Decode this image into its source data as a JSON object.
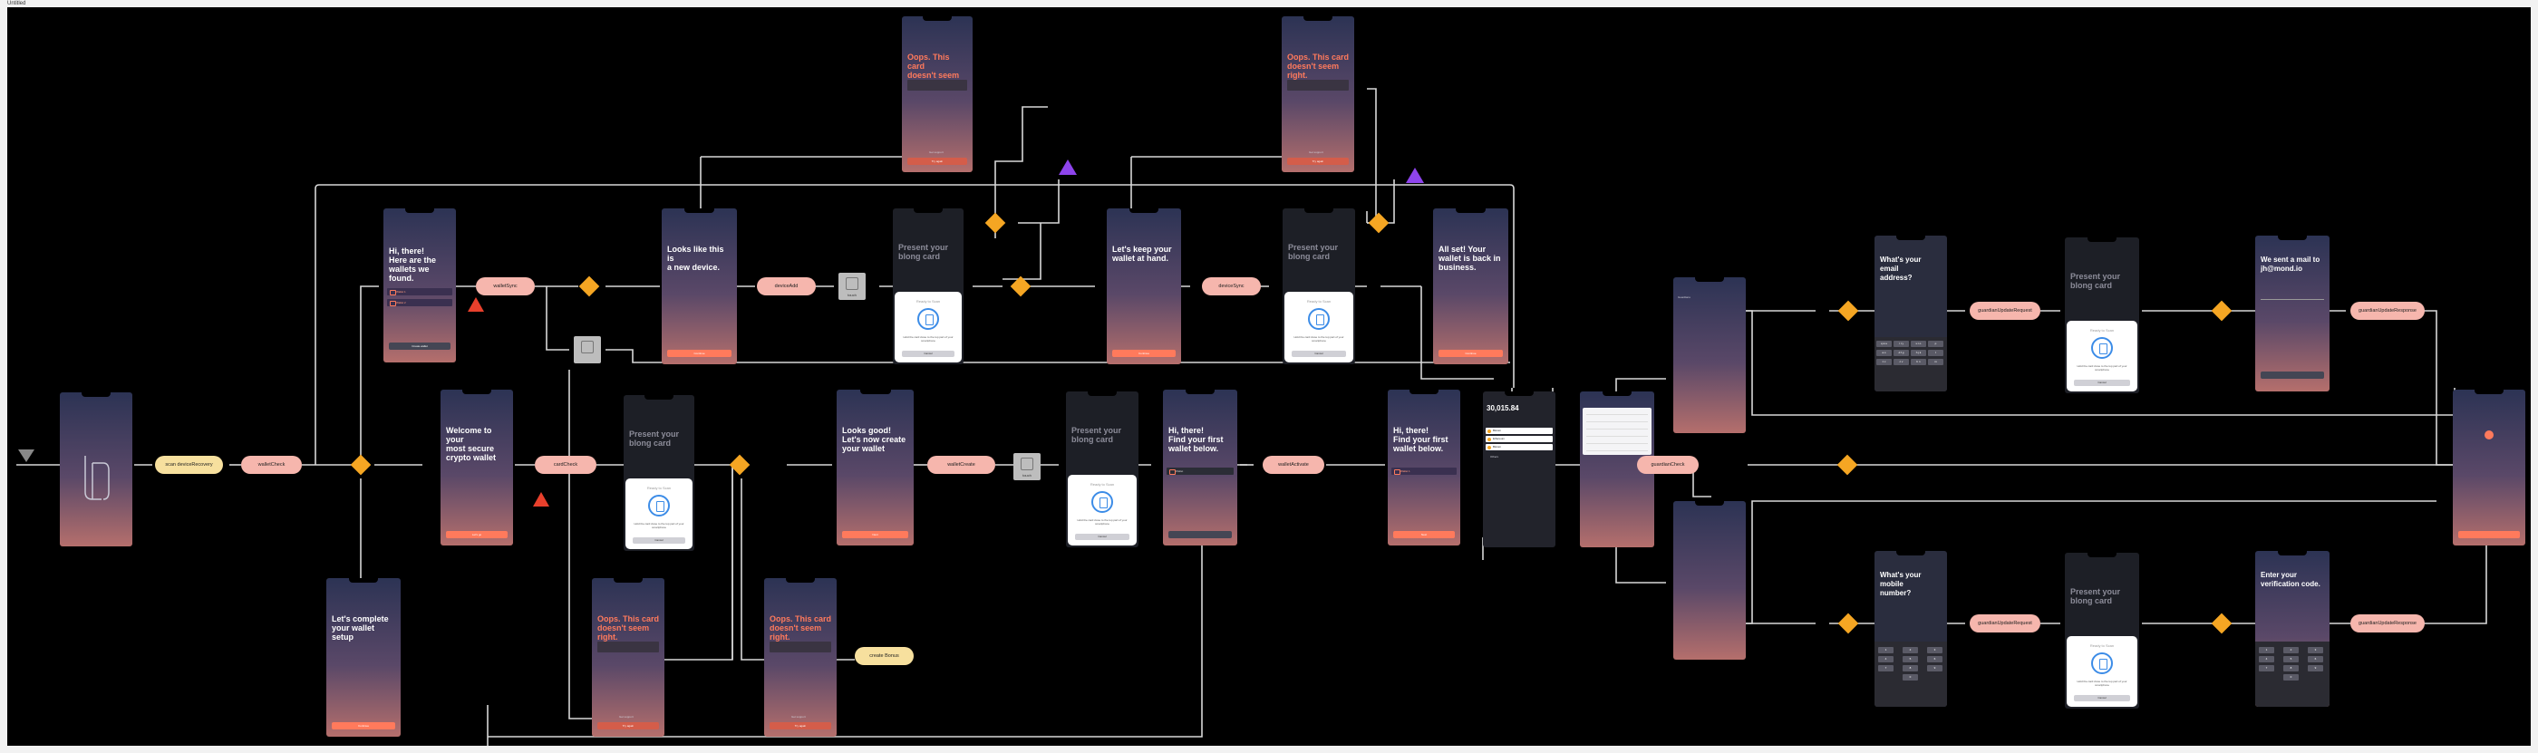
{
  "frame_label": "Untitled",
  "labels": {
    "scan_device_recovery": "scan deviceRecovery",
    "wallet_check": "walletCheck",
    "wallet_sync": "walletSync",
    "device_add": "deviceAdd",
    "device_sync": "deviceSync",
    "card_check": "cardCheck",
    "wallet_create": "walletCreate",
    "wallet_activate": "walletActivate",
    "create_bonus": "create Bonus",
    "guardian_check": "guardianCheck",
    "guardian_update_request_1": "guardianUpdateRequest",
    "guardian_update_response_1": "guardianUpdateResponse",
    "guardian_update_request_2": "guardianUpdateRequest",
    "guardian_update_response_2": "guardianUpdateResponse",
    "touch_1": "touch",
    "touch_2": "touch"
  },
  "screens": {
    "found": {
      "title": "Hi, there!\nHere are the\nwallets we found.",
      "items": [
        "Wallet 1",
        "Wallet 2"
      ],
      "button": "Create wallet"
    },
    "new_device": {
      "title": "Looks like this is\na new device.",
      "button": "Continue"
    },
    "keep_wallet": {
      "title": "Let's keep your\nwallet at hand.",
      "button": "Continue"
    },
    "all_set": {
      "title": "All set! Your\nwallet is back in\nbusiness.",
      "button": "Continue"
    },
    "welcome": {
      "title": "Welcome to your\nmost secure\ncrypto wallet",
      "button": "Let's go"
    },
    "complete_setup": {
      "title": "Let's complete\nyour wallet setup",
      "button": "Continue"
    },
    "looks_good": {
      "title": "Looks good!\nLet's now create\nyour wallet",
      "button": "Next"
    },
    "find_wallet_1": {
      "title": "Hi, there!\nFind your first\nwallet below.",
      "item": "Wallet"
    },
    "find_wallet_2": {
      "title": "Hi, there!\nFind your first\nwallet below.",
      "item": "Wallet 1",
      "button": "Next"
    },
    "oops": {
      "title": "Oops. This card\ndoesn't seem right.",
      "support": "Get support",
      "button": "Try again"
    },
    "present_card": {
      "title": "Present your\nblong card"
    },
    "scan": {
      "title": "Ready to Scan",
      "text": "Hold the card close to the top part of your smartphone",
      "cancel": "Cancel"
    },
    "home": {
      "balance": "30,015.84",
      "coins": [
        "Bitcoin",
        "Ethereum",
        "Bitcoin",
        "Others"
      ]
    },
    "email": {
      "title": "What's your email\naddress?"
    },
    "mobile": {
      "title": "What's your mobile\nnumber?"
    },
    "mail_sent": {
      "title": "We sent a mail to\njh@mond.io"
    },
    "verification": {
      "title": "Enter your\nverification code."
    }
  }
}
